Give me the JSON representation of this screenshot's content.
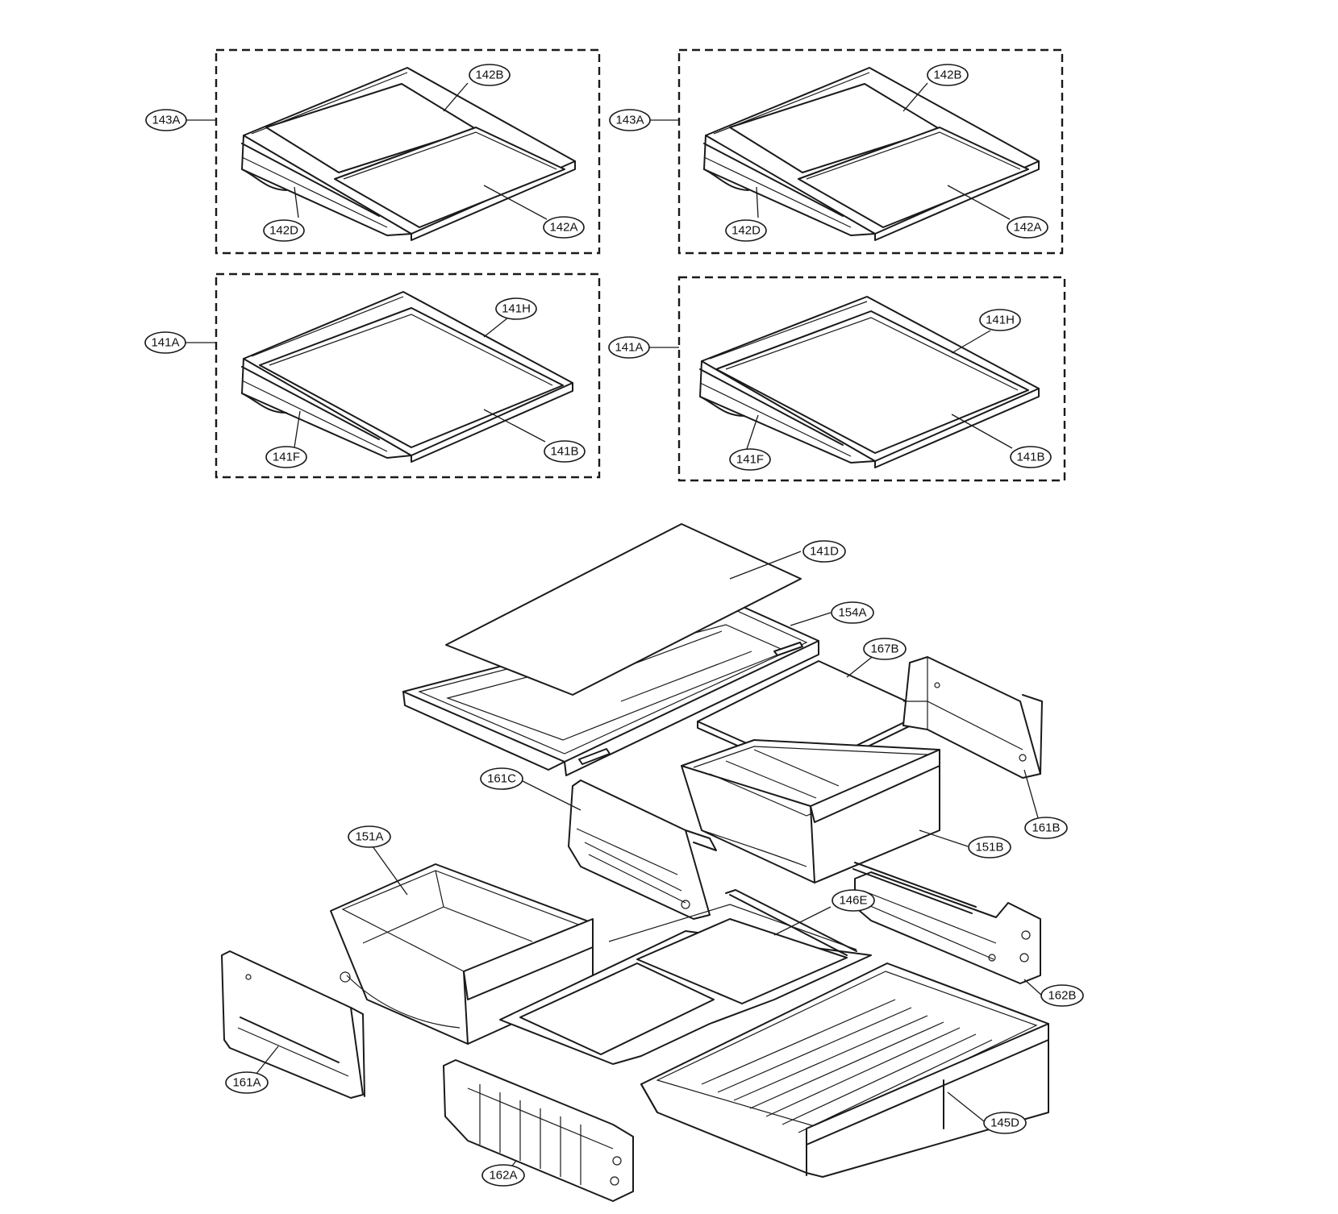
{
  "callouts": {
    "c143A_a": "143A",
    "c142B_a": "142B",
    "c142D_a": "142D",
    "c142A_a": "142A",
    "c143A_b": "143A",
    "c142B_b": "142B",
    "c142D_b": "142D",
    "c142A_b": "142A",
    "c141A_a": "141A",
    "c141H_a": "141H",
    "c141F_a": "141F",
    "c141B_a": "141B",
    "c141A_b": "141A",
    "c141H_b": "141H",
    "c141F_b": "141F",
    "c141B_b": "141B",
    "c141D": "141D",
    "c154A": "154A",
    "c167B": "167B",
    "c161C": "161C",
    "c161B": "161B",
    "c151A": "151A",
    "c151B": "151B",
    "c146E": "146E",
    "c162B": "162B",
    "c161A": "161A",
    "c145D": "145D",
    "c162A": "162A"
  }
}
